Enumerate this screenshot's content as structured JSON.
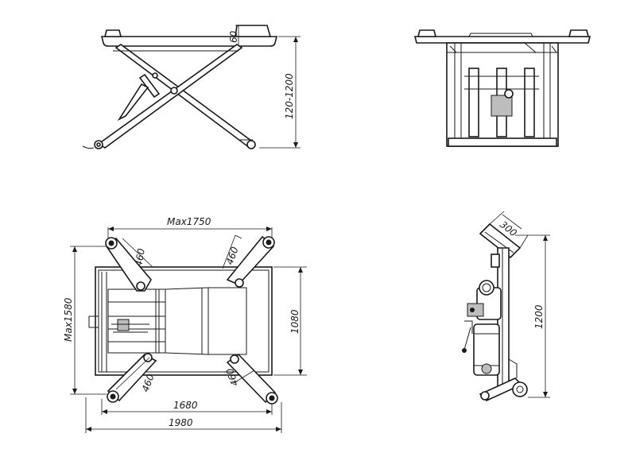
{
  "dimensions": {
    "side_pad_height": "60",
    "side_lift_height_range": "120-1200",
    "top_max_length": "Max1750",
    "top_max_width": "Max1580",
    "top_platform_width": "1080",
    "top_inner_length": "1680",
    "top_overall_length": "1980",
    "arm_length_top_left": "460",
    "arm_length_top_right": "460",
    "arm_length_bottom_left": "460",
    "arm_length_bottom_right": "460",
    "power_unit_depth": "300",
    "power_unit_height": "1200"
  }
}
